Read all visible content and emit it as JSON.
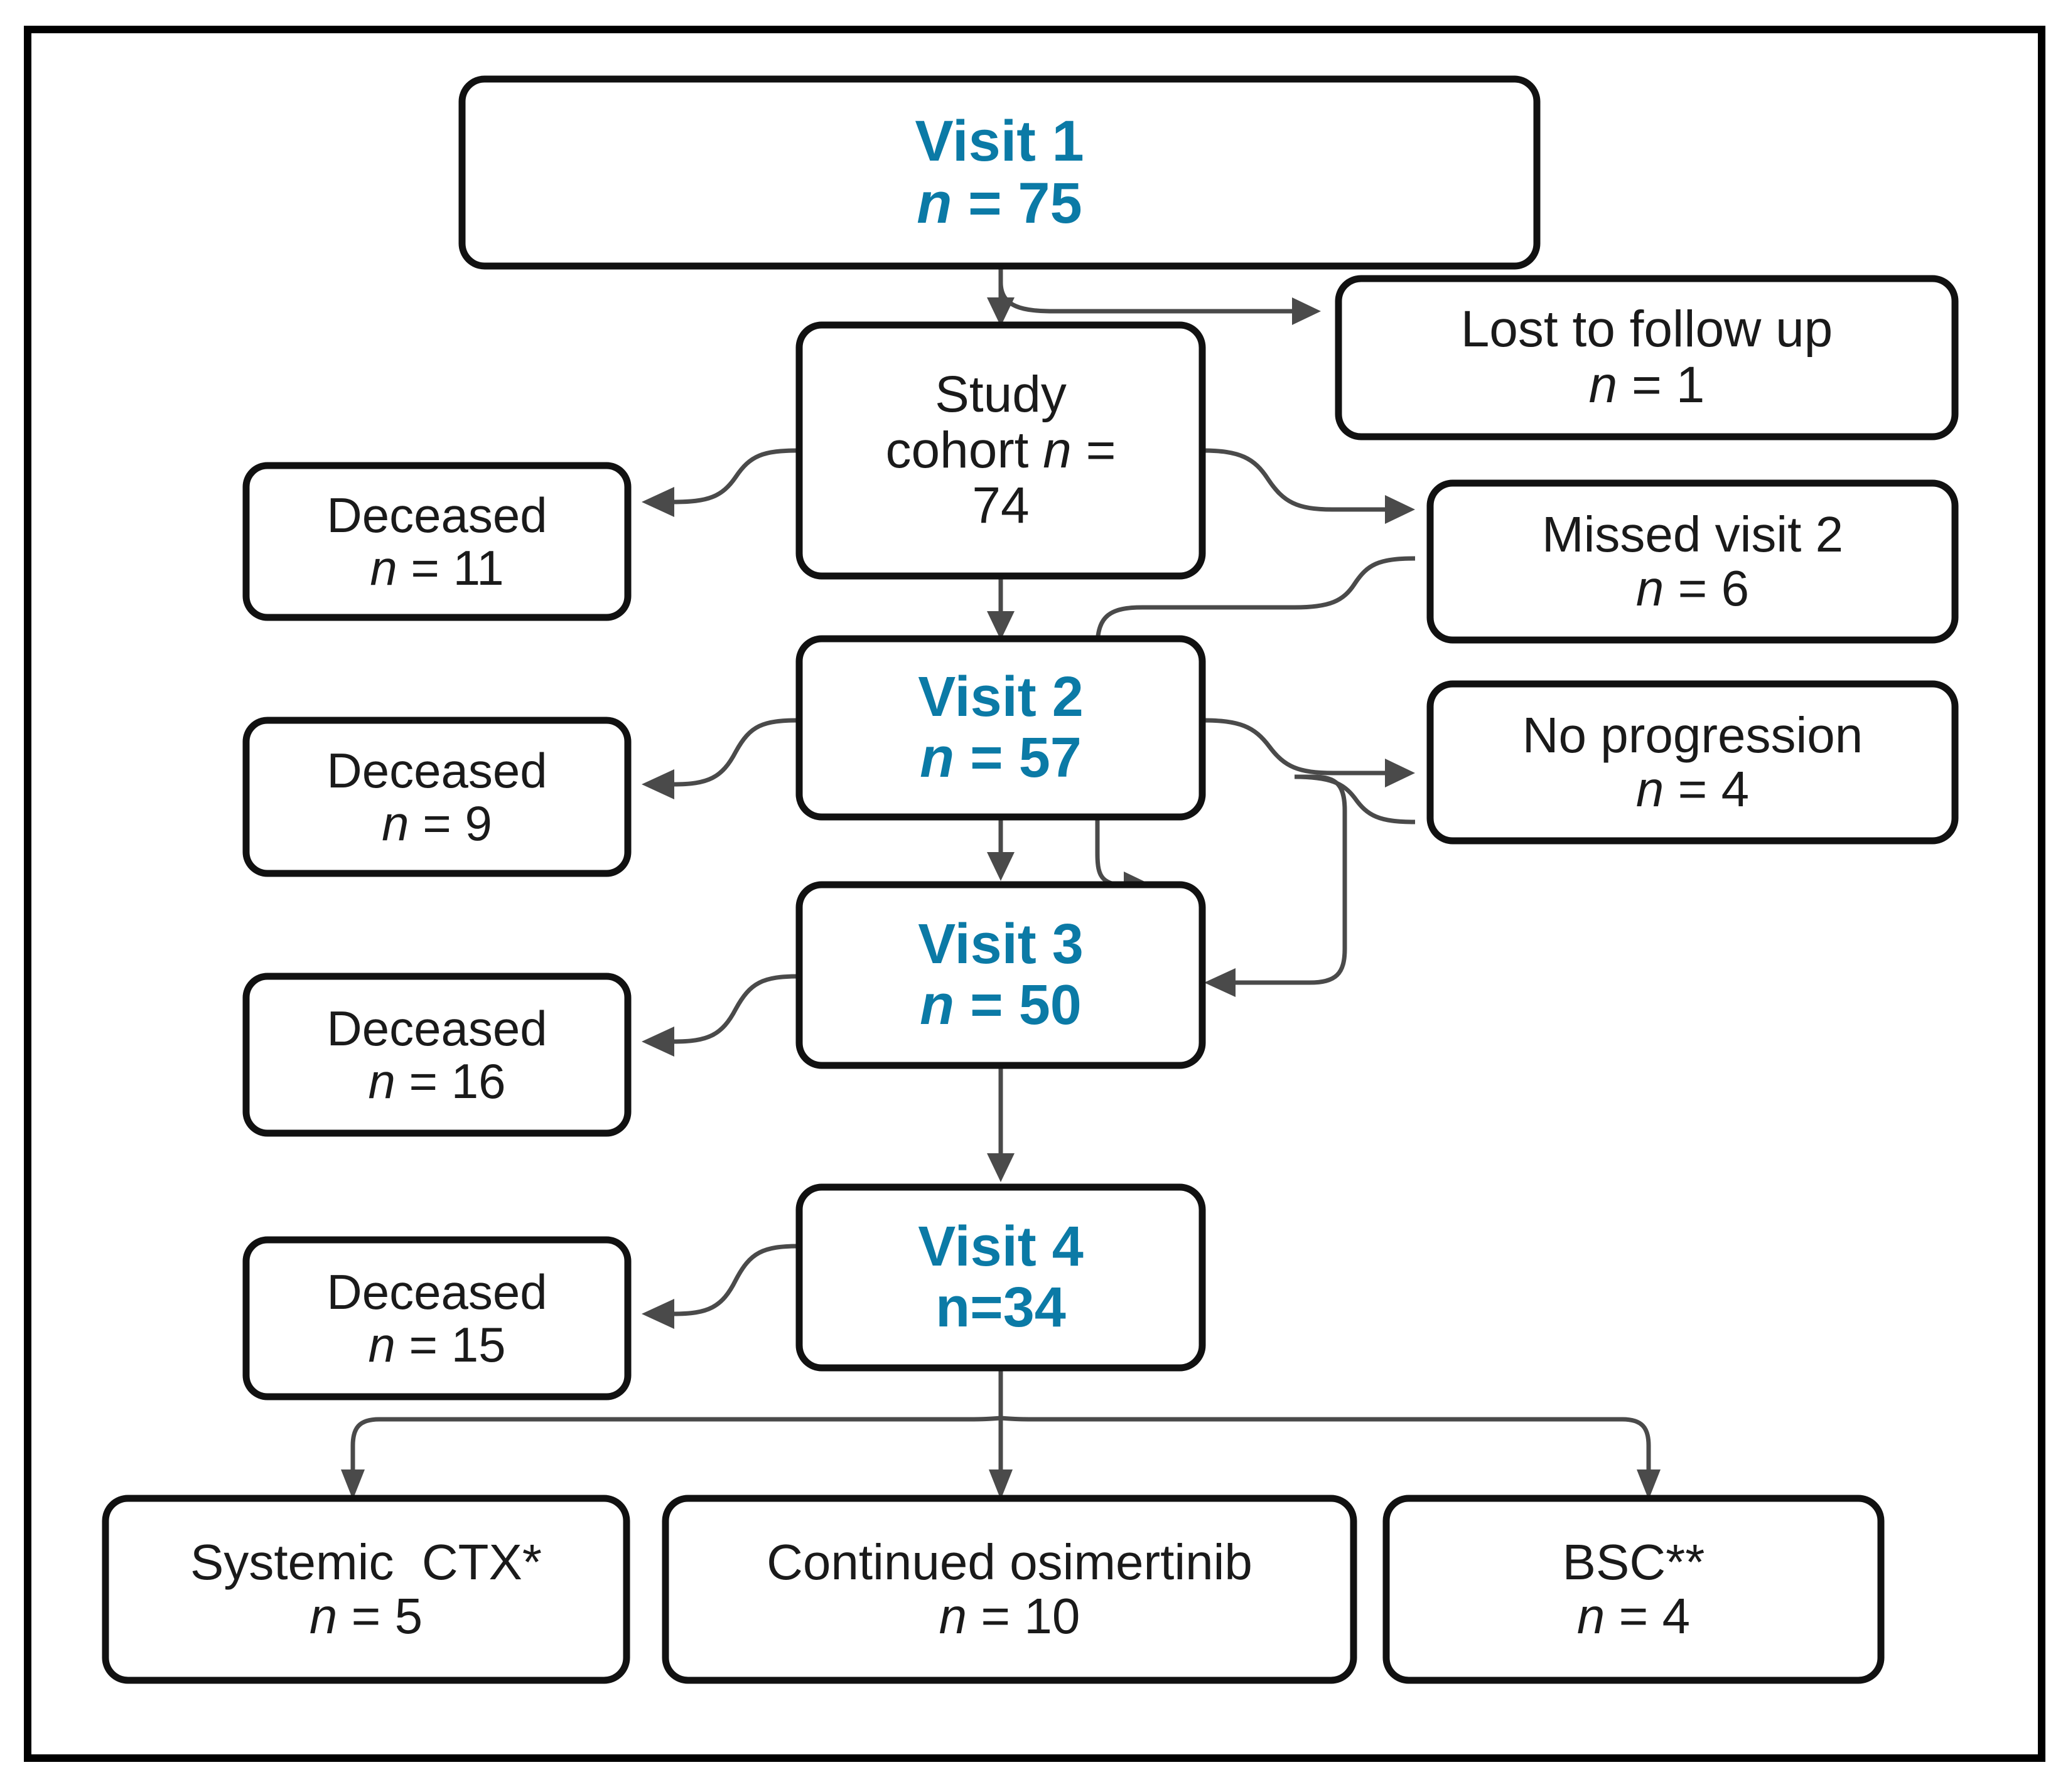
{
  "diagram": {
    "type": "flowchart",
    "title": "Patient study visit flow diagram",
    "accent_color": "#0b7aa6",
    "text_color": "#1a1a1a",
    "border_color": "#111111",
    "connector_color": "#4a4a4a",
    "background": "#ffffff"
  },
  "nodes": {
    "visit1": {
      "line1": "Visit 1",
      "line2_n": "n",
      "line2_rest": " = 75",
      "style": "blue"
    },
    "cohort": {
      "line1": "Study",
      "line2a": "cohort ",
      "line2_n": "n",
      "line2b": " =",
      "line3": "74",
      "style": "black"
    },
    "lost": {
      "line1": "Lost to follow up",
      "line2_n": "n",
      "line2_rest": " = 1",
      "style": "black"
    },
    "deceased1": {
      "line1": "Deceased",
      "line2_n": "n",
      "line2_rest": " = 11",
      "style": "black"
    },
    "missed2": {
      "line1": "Missed visit 2",
      "line2_n": "n",
      "line2_rest": " = 6",
      "style": "black"
    },
    "visit2": {
      "line1": "Visit 2",
      "line2_n": "n",
      "line2_rest": " = 57",
      "style": "blue"
    },
    "deceased2": {
      "line1": "Deceased",
      "line2_n": "n",
      "line2_rest": " = 9",
      "style": "black"
    },
    "noprog": {
      "line1": "No progression",
      "line2_n": "n",
      "line2_rest": " = 4",
      "style": "black"
    },
    "visit3": {
      "line1": "Visit 3",
      "line2_n": "n",
      "line2_rest": " = 50",
      "style": "blue"
    },
    "deceased3": {
      "line1": "Deceased",
      "line2_n": "n",
      "line2_rest": " = 16",
      "style": "black"
    },
    "visit4": {
      "line1": "Visit 4",
      "line2_n": "n",
      "line2_rest": "=34",
      "style": "blue"
    },
    "deceased4": {
      "line1": "Deceased",
      "line2_n": "n",
      "line2_rest": " = 15",
      "style": "black"
    },
    "ctx": {
      "line1": "Systemic  CTX*",
      "line2_n": "n",
      "line2_rest": " = 5",
      "style": "black"
    },
    "osimertinib": {
      "line1": "Continued osimertinib",
      "line2_n": "n",
      "line2_rest": " = 10",
      "style": "black"
    },
    "bsc": {
      "line1": "BSC**",
      "line2_n": "n",
      "line2_rest": " = 4",
      "style": "black"
    }
  },
  "chart_data": {
    "type": "flowchart",
    "title": "Study cohort attrition flow",
    "stages": [
      {
        "label": "Visit 1",
        "n": 75
      },
      {
        "label": "Study cohort",
        "n": 74
      },
      {
        "label": "Visit 2",
        "n": 57
      },
      {
        "label": "Visit 3",
        "n": 50
      },
      {
        "label": "Visit 4",
        "n": 34
      }
    ],
    "exclusions": [
      {
        "label": "Lost to follow up",
        "n": 1,
        "from": "Visit 1"
      },
      {
        "label": "Deceased",
        "n": 11,
        "from": "Study cohort"
      },
      {
        "label": "Missed visit 2",
        "n": 6,
        "from": "Study cohort"
      },
      {
        "label": "Deceased",
        "n": 9,
        "from": "Visit 2"
      },
      {
        "label": "No progression",
        "n": 4,
        "from": "Visit 2"
      },
      {
        "label": "Deceased",
        "n": 16,
        "from": "Visit 3"
      },
      {
        "label": "Deceased",
        "n": 15,
        "from": "Visit 4"
      }
    ],
    "outcomes": [
      {
        "label": "Systemic  CTX*",
        "n": 5
      },
      {
        "label": "Continued osimertinib",
        "n": 10
      },
      {
        "label": "BSC**",
        "n": 4
      }
    ],
    "footnote_markers": [
      "*",
      "**"
    ]
  }
}
